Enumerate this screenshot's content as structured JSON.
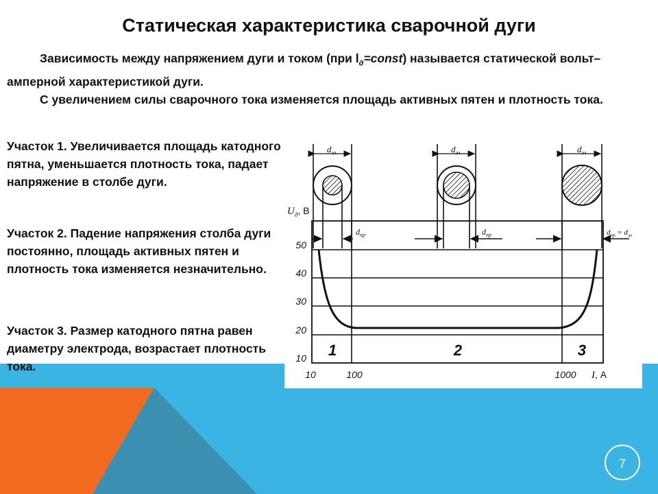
{
  "title": "Статическая характеристика сварочной дуги",
  "intro": {
    "para1_before": "Зависимость между напряжением дуги и током (при l",
    "para1_sub": "д",
    "para1_mid": "=const",
    "para1_after": ") называется статической вольт–амперной характеристикой дуги.",
    "para2": "С увеличением силы сварочного тока изменяется площадь активных пятен и плотность тока."
  },
  "sections": [
    {
      "text": "Участок 1. Увеличивается площадь катодного пятна, уменьшается плотность тока, падает напряжение в столбе дуги."
    },
    {
      "text": "Участок 2. Падение напряжения столба дуги постоянно, площадь активных пятен и плотность тока изменяется незначительно."
    },
    {
      "text": "Участок 3. Размер катодного пятна равен диаметру электрода, возрастает плотность тока."
    }
  ],
  "figure": {
    "y_axis_label": "U",
    "y_axis_sub": "д",
    "y_axis_unit": ", В",
    "x_axis_label": "I",
    "x_axis_unit": ", А",
    "y_ticks": [
      "50",
      "40",
      "30",
      "20",
      "10"
    ],
    "x_ticks": [
      "10",
      "100",
      "1000"
    ],
    "region_labels": [
      "1",
      "2",
      "3"
    ],
    "electrode_label": "d",
    "electrode_sub": "эл",
    "spot_label": "d",
    "spot_sub": "пр",
    "equality_label": "d",
    "equality_sub1": "пр",
    "equality_eq": " = d",
    "equality_sub2": "эл"
  },
  "page_number": "7",
  "colors": {
    "accent_orange": "#f26a1f",
    "accent_blue": "#3ab4e3",
    "accent_dark_blue": "#3b8fb1",
    "text": "#111111"
  }
}
